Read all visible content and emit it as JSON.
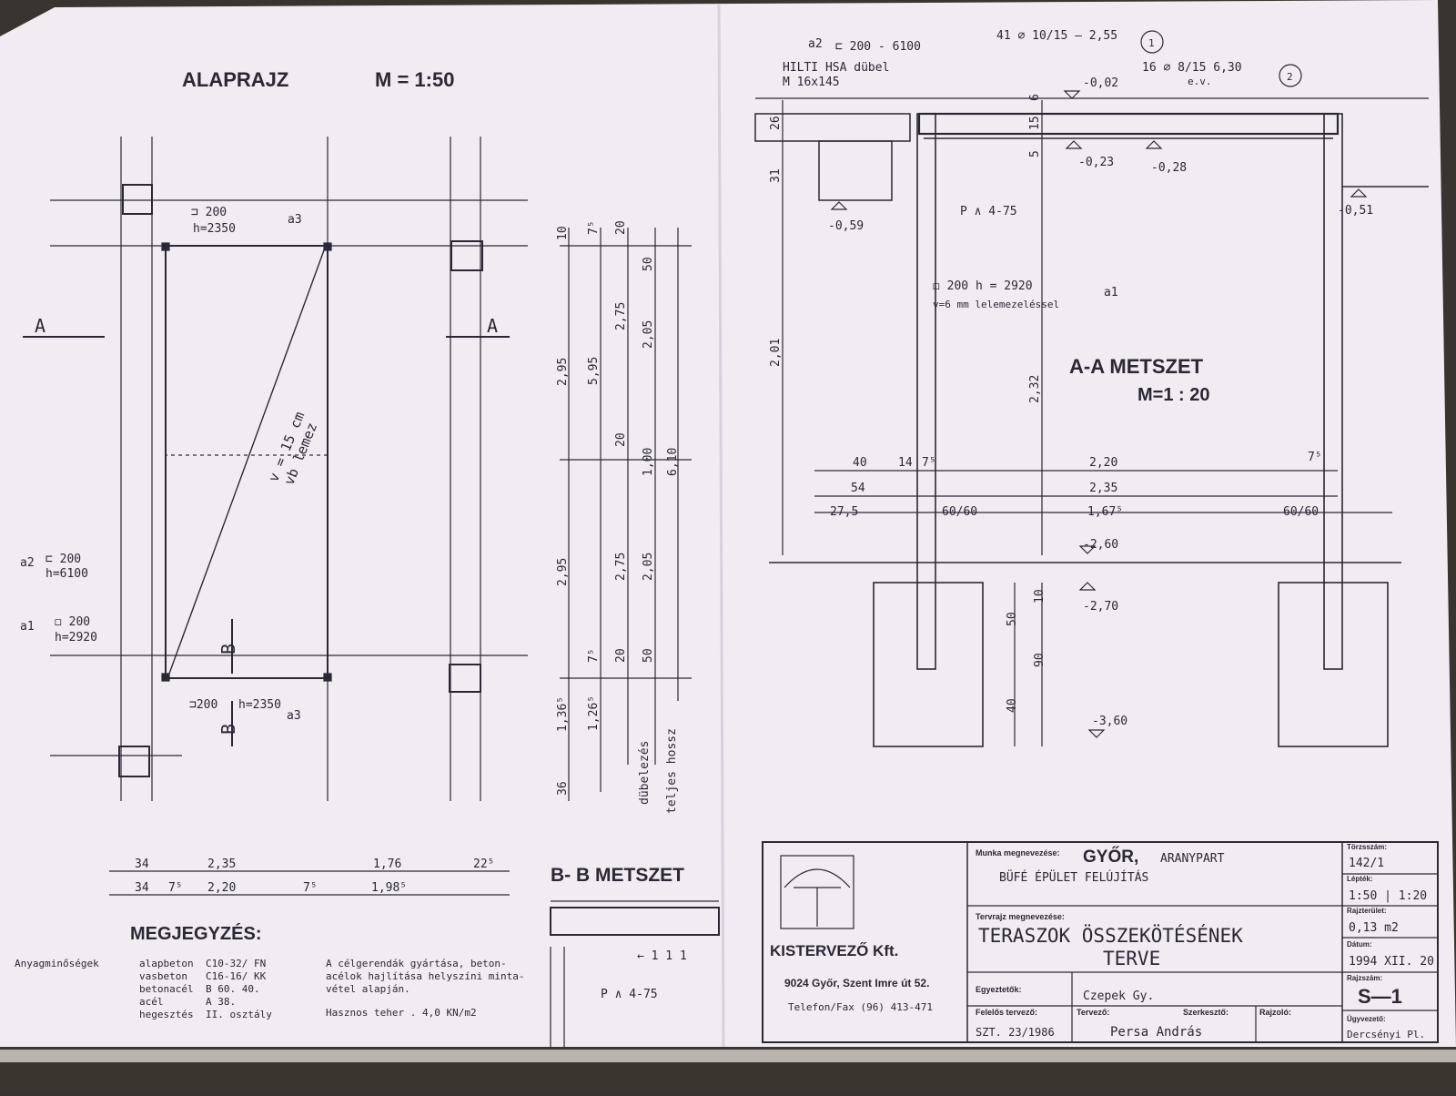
{
  "plan": {
    "title": "ALAPRAJZ",
    "scale": "M = 1:50",
    "section_a": "A",
    "section_b": "B",
    "beam_a3_label": "a3",
    "beam_a3_top_profile": "⊐ 200",
    "beam_a3_top_h": "h=2350",
    "beam_a3_bottom_profile": "⊐200",
    "beam_a3_bottom_h": "h=2350",
    "beam_a2_label": "a2",
    "beam_a2_profile": "⊏ 200",
    "beam_a2_h": "h=6100",
    "beam_a1_label": "a1",
    "beam_a1_profile": "◻ 200",
    "beam_a1_h": "h=2920",
    "slab_thickness": "v = 15 cm",
    "slab_type": "vb lemez",
    "dims_vertical_1": [
      "10",
      "2,95",
      "2,95",
      "1,36⁵",
      "36"
    ],
    "dims_vertical_2": [
      "7⁵",
      "5,95",
      "7⁵",
      "1,26⁵"
    ],
    "dims_vertical_3": [
      "20",
      "2,75",
      "20",
      "2,75",
      "20"
    ],
    "dims_vertical_4": [
      "50",
      "2,05",
      "1,00",
      "2,05",
      "50"
    ],
    "dims_vertical_5": [
      "6,10"
    ],
    "dim_label_dubelezes": "dübelezés",
    "dim_label_teljes": "teljes hossz",
    "dims_bottom_row1": [
      "34",
      "2,35",
      "1,76",
      "22⁵"
    ],
    "dims_bottom_row2": [
      "34",
      "7⁵",
      "2,20",
      "7⁵",
      "1,98⁵"
    ]
  },
  "section_aa": {
    "title": "A-A METSZET",
    "scale": "M=1 : 20",
    "beam_a2_label": "a2",
    "beam_a2_profile": "⊏ 200 - 6100",
    "hilti_line1": "HILTI HSA dübel",
    "hilti_line2": "M 16x145",
    "rebar1": "41 ∅ 10/15 — 2,55",
    "rebar1_mark": "1",
    "rebar2": "16 ∅ 8/15      6,30",
    "rebar2_sub": "e.v.",
    "rebar2_mark": "2",
    "level_top": "-0,02",
    "level_slab1": "-0,23",
    "level_slab2": "-0,28",
    "level_right": "-0,51",
    "level_left": "-0,59",
    "weld_note": "P ∧ 4-75",
    "col_profile": "◻ 200   h = 2920",
    "col_plate": "v=6 mm  lelemezeléssel",
    "col_label": "a1",
    "level_ground": "-2,60",
    "level_found_top": "-2,70",
    "level_found_bottom": "-3,60",
    "dims_left_vertical": [
      "26",
      "31",
      "2,01"
    ],
    "dims_slab": [
      "6",
      "15",
      "5"
    ],
    "dim_col_height": "2,32",
    "dims_found": [
      "10",
      "50",
      "90",
      "40"
    ],
    "dims_row1": [
      "40",
      "14",
      "7⁵",
      "2,20",
      "7⁵"
    ],
    "dims_row2": [
      "54",
      "2,35"
    ],
    "dims_row3": [
      "27,5",
      "60/60",
      "1,67⁵",
      "60/60"
    ]
  },
  "section_bb": {
    "title": "B- B METSZET",
    "weld_note": "P ∧ 4-75",
    "rebar_marks": "← 1   1   1"
  },
  "notes": {
    "title": "MEGJEGYZÉS:",
    "materials_header": "Anyagminőségek",
    "materials": [
      [
        "alapbeton",
        "C10-32/ FN"
      ],
      [
        "vasbeton",
        "C16-16/ KK"
      ],
      [
        "betonacél",
        "B 60. 40."
      ],
      [
        "acél",
        "A 38."
      ],
      [
        "hegesztés",
        "II. osztály"
      ]
    ],
    "remark_lines": [
      "A célgerendák gyártása, beton-",
      "acélok hajlítása helyszíni minta-",
      "vétel alapján."
    ],
    "load": "Hasznos teher  . 4,0  KN/m2"
  },
  "title_block": {
    "company": "KISTERVEZŐ Kft.",
    "address": "9024 Győr, Szent Imre út 52.",
    "phone": "Telefon/Fax (96) 413-471",
    "work_label": "Munka megnevezése:",
    "work_city": "GYŐR,",
    "work_area": "ARANYPART",
    "work_desc": "BÜFÉ ÉPÜLET  FELÚJÍTÁS",
    "drawing_label": "Tervrajz megnevezése:",
    "drawing_line1": "TERASZOK ÖSSZEKÖTÉSÉNEK",
    "drawing_line2": "TERVE",
    "agreement_label": "Egyeztetők:",
    "agreement_value": "Czepek Gy.",
    "responsible_label": "Felelős tervező:",
    "responsible_value": "SZT. 23/1986",
    "designer_label": "Tervező:",
    "designer_value": "Persa András",
    "editor_label": "Szerkesztő:",
    "drawer_label": "Rajzoló:",
    "reg_label": "Törzsszám:",
    "reg_value": "142/1",
    "scale_label": "Lépték:",
    "scale_value": "1:50 | 1:20",
    "area_label": "Rajzterület:",
    "area_value": "0,13 m2",
    "date_label": "Dátum:",
    "date_value": "1994 XII. 20",
    "sheet_label": "Rajzszám:",
    "sheet_value": "S—1",
    "clerk_label": "Ügyvezető:",
    "clerk_value": "Dercsényi Pl."
  },
  "colors": {
    "paper": "#f2edf3",
    "ink": "#2b2835",
    "background": "#3a3430"
  }
}
